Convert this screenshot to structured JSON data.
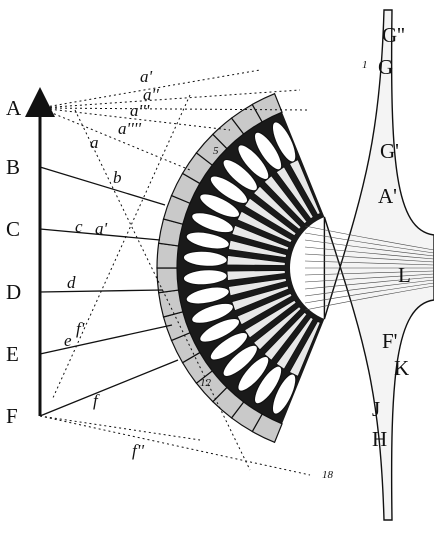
{
  "figure": {
    "axis_points": [
      "A",
      "B",
      "C",
      "D",
      "E",
      "F"
    ],
    "ray_labels": {
      "a1": "a'",
      "a2": "a''",
      "a3": "a'''",
      "a4": "a''''",
      "a": "a",
      "b": "b",
      "c": "c",
      "a5": "a'",
      "d": "d",
      "e": "e",
      "f1": "f'",
      "f": "f",
      "f2": "f''"
    },
    "structure_labels": {
      "G2": "G''",
      "G": "G",
      "G1": "G'",
      "A1": "A'",
      "L": "L",
      "F1": "F'",
      "K": "K",
      "J": "J",
      "H": "H"
    },
    "facet_numbers": {
      "n1": "1",
      "n5": "5",
      "n12": "12",
      "n18": "18"
    },
    "colors": {
      "ink": "#111111",
      "facet_fill": "#c9c9c9",
      "rod_fill": "#ffffff",
      "gap_fill": "#1a1a1a"
    }
  }
}
